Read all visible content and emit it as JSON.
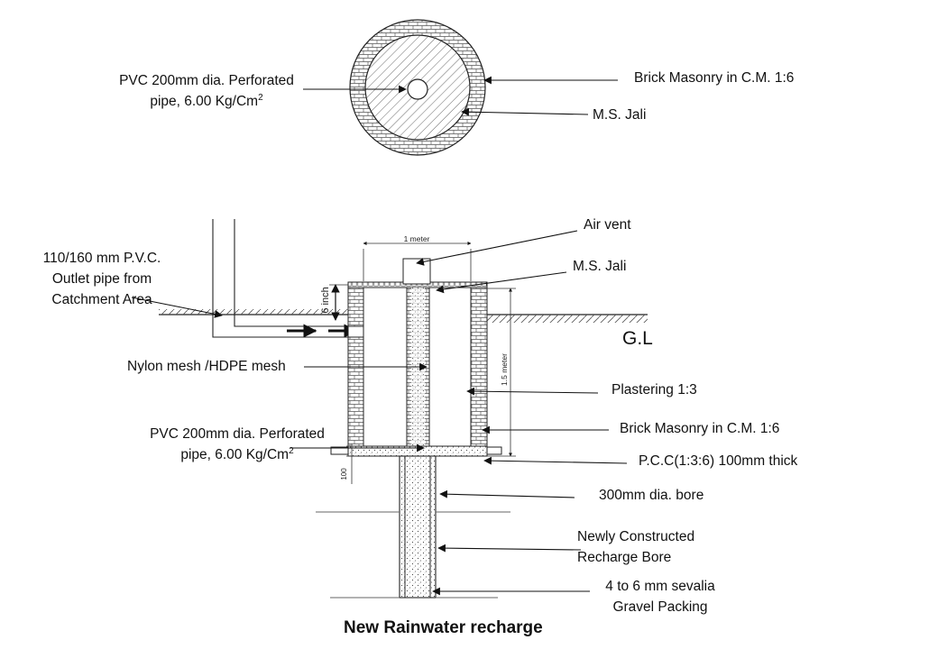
{
  "plan_labels": {
    "pvc_pipe_line1": "PVC 200mm dia. Perforated",
    "pvc_pipe_line2": "pipe, 6.00 Kg/Cm",
    "pvc_pipe_sup": "2",
    "brick_masonry": "Brick Masonry in C.M. 1:6",
    "ms_jali": "M.S. Jali"
  },
  "section_labels": {
    "outlet_line1": "110/160 mm P.V.C.",
    "outlet_line2": "Outlet pipe from",
    "outlet_line3": "Catchment Area",
    "air_vent": "Air vent",
    "ms_jali": "M.S. Jali",
    "gl": "G.L",
    "nylon_mesh": "Nylon mesh /HDPE mesh",
    "plastering": "Plastering 1:3",
    "brick_masonry": "Brick Masonry in C.M. 1:6",
    "pvc_pipe_line1": "PVC 200mm dia. Perforated",
    "pvc_pipe_line2": "pipe, 6.00 Kg/Cm",
    "pvc_pipe_sup": "2",
    "pcc": "P.C.C(1:3:6)  100mm thick",
    "bore": "300mm dia. bore",
    "recharge_line1": "Newly Constructed",
    "recharge_line2": "Recharge Bore",
    "gravel_line1": "4 to 6 mm sevalia",
    "gravel_line2": "Gravel Packing"
  },
  "dimensions": {
    "width": "1 meter",
    "depth": "1.5 meter",
    "inlet_height": "6 inch",
    "pcc_thickness": "100"
  },
  "title": "New Rainwater recharge"
}
